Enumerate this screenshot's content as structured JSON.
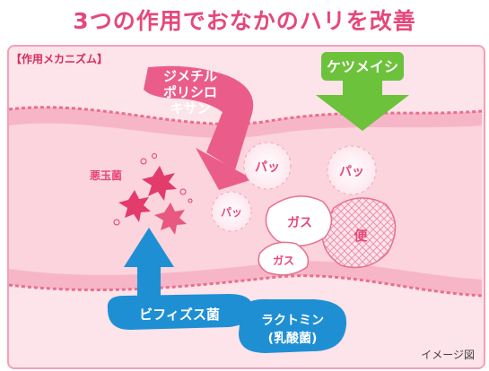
{
  "title": "3つの作用でおなかのハリを改善",
  "mechanism_label": "【作用メカニズム】",
  "simethicone": {
    "line1": "ジメチル",
    "line2": "ポリシロ",
    "line3": "キサン"
  },
  "ketsumeishi": "ケツメイシ",
  "bad_bacteria": "悪玉菌",
  "pop": "パッ",
  "gas": "ガス",
  "stool": "便",
  "bifidobacterium": "ビフィズス菌",
  "lactobacillus": {
    "line1": "ラクトミン",
    "line2": "(乳酸菌)"
  },
  "image_note": "イメージ図",
  "colors": {
    "accent": "#e5487a",
    "arrow_green": "#6cc23a",
    "arrow_blue": "#1f8fd4",
    "intestine": "#f7b3c6"
  }
}
